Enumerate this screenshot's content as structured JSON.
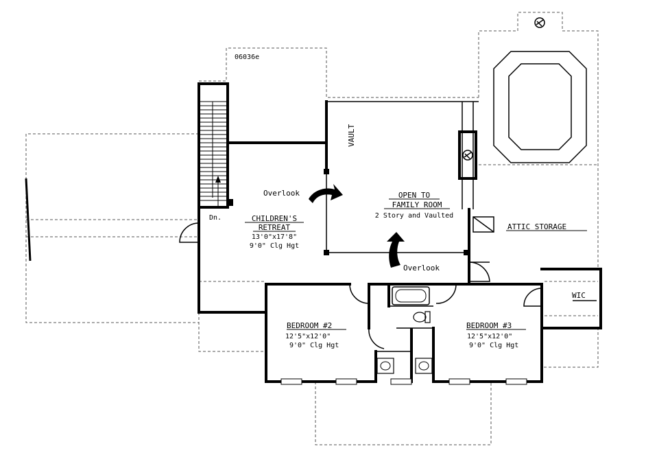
{
  "plan_code": "06036e",
  "rooms": {
    "childrens_retreat": {
      "name_line1": "CHILDREN'S",
      "name_line2": "RETREAT",
      "size": "13'0\"x17'8\"",
      "ceiling": "9'0\" Clg Hgt"
    },
    "open_to": {
      "line1": "OPEN TO",
      "line2": "FAMILY ROOM",
      "line3": "2 Story and Vaulted"
    },
    "bedroom2": {
      "name": "BEDROOM #2",
      "size": "12'5\"x12'0\"",
      "ceiling": "9'0\" Clg Hgt"
    },
    "bedroom3": {
      "name": "BEDROOM #3",
      "size": "12'5\"x12'0\"",
      "ceiling": "9'0\" Clg Hgt"
    },
    "attic": {
      "name": "ATTIC STORAGE"
    },
    "wic": {
      "name": "WIC"
    }
  },
  "labels": {
    "vault": "VAULT",
    "overlook_1": "Overlook",
    "overlook_2": "Overlook",
    "stair_down": "Dn."
  },
  "icons": [
    "arrow-icon",
    "fan-icon",
    "sink-icon",
    "tub-icon",
    "toilet-icon"
  ]
}
